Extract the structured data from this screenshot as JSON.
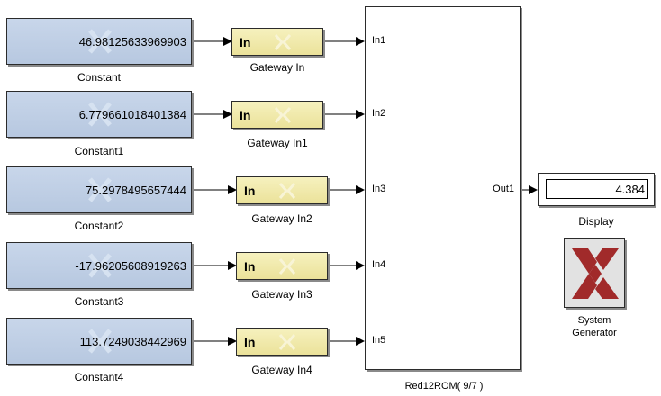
{
  "constants": [
    {
      "value": "46.98125633969903",
      "label": "Constant"
    },
    {
      "value": "6.779661018401384",
      "label": "Constant1"
    },
    {
      "value": "75.2978495657444",
      "label": "Constant2"
    },
    {
      "value": "-17.96205608919263",
      "label": "Constant3"
    },
    {
      "value": "113.7249038442969",
      "label": "Constant4"
    }
  ],
  "gateways": [
    {
      "port_text": "In",
      "label": "Gateway In"
    },
    {
      "port_text": "In",
      "label": "Gateway In1"
    },
    {
      "port_text": "In",
      "label": "Gateway In2"
    },
    {
      "port_text": "In",
      "label": "Gateway In3"
    },
    {
      "port_text": "In",
      "label": "Gateway In4"
    }
  ],
  "rom_block": {
    "inputs": [
      "In1",
      "In2",
      "In3",
      "In4",
      "In5"
    ],
    "output": "Out1",
    "label": "Red12ROM( 9/7 )"
  },
  "display": {
    "value": "4.384",
    "label": "Display"
  },
  "system_generator": {
    "line1": "System",
    "line2": "Generator"
  },
  "colors": {
    "constant_fill": "#c0d0e6",
    "gateway_fill": "#eee6a8",
    "xilinx_logo": "#a12a2a",
    "wire": "#000000"
  }
}
